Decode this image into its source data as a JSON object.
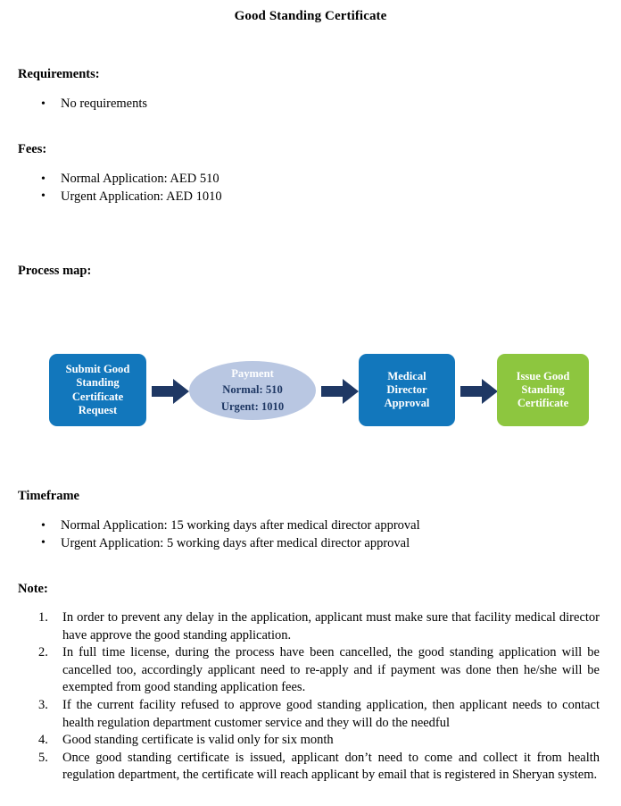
{
  "document": {
    "title": "Good Standing Certificate"
  },
  "sections": {
    "requirements": {
      "heading": "Requirements:",
      "items": [
        "No requirements"
      ]
    },
    "fees": {
      "heading": "Fees:",
      "items": [
        "Normal Application: AED 510",
        "Urgent Application: AED 1010"
      ]
    },
    "process_map": {
      "heading": "Process map:"
    },
    "timeframe": {
      "heading": "Timeframe",
      "items": [
        "Normal Application: 15 working days after medical director approval",
        "Urgent Application: 5 working days after medical director approval"
      ]
    },
    "note": {
      "heading": "Note:",
      "items": [
        {
          "number": "1.",
          "text": "In order to prevent any delay in the application, applicant must make sure that facility medical director have approve the good standing application."
        },
        {
          "number": "2.",
          "text": "In full time license, during the process have been cancelled, the good standing application will be cancelled too, accordingly applicant need to re-apply and if payment was done then he/she will be exempted from good standing application fees."
        },
        {
          "number": "3.",
          "text": "If the current facility refused to approve good standing application, then applicant needs to contact health regulation department customer service and they will do the needful"
        },
        {
          "number": "4.",
          "text": "Good standing certificate is valid only for six month"
        },
        {
          "number": "5.",
          "text": "Once good standing certificate is issued, applicant don’t need to come and collect it from health regulation department, the certificate will reach applicant by email that is registered in Sheryan system."
        }
      ]
    }
  },
  "diagram": {
    "type": "process-flow",
    "colors": {
      "blue_box": "#1277BC",
      "green_box": "#8DC63F",
      "payment_ellipse": "#B9C7E2",
      "arrow": "#1F3864",
      "payment_value_text": "#1F3864",
      "box_text": "#FFFFFF"
    },
    "nodes": [
      {
        "id": "submit",
        "shape": "rounded-rectangle",
        "lines": [
          "Submit Good",
          "Standing",
          "Certificate",
          "Request"
        ]
      },
      {
        "id": "payment",
        "shape": "ellipse",
        "title": "Payment",
        "lines": [
          "Normal: 510",
          "Urgent: 1010"
        ]
      },
      {
        "id": "medical",
        "shape": "rounded-rectangle",
        "lines": [
          "Medical",
          "Director",
          "Approval"
        ]
      },
      {
        "id": "issue",
        "shape": "rounded-rectangle",
        "lines": [
          "Issue Good",
          "Standing",
          "Certificate"
        ]
      }
    ],
    "arrows": [
      {
        "id": "arrow-1",
        "from": "submit",
        "to": "payment"
      },
      {
        "id": "arrow-2",
        "from": "payment",
        "to": "medical"
      },
      {
        "id": "arrow-3",
        "from": "medical",
        "to": "issue"
      }
    ]
  }
}
